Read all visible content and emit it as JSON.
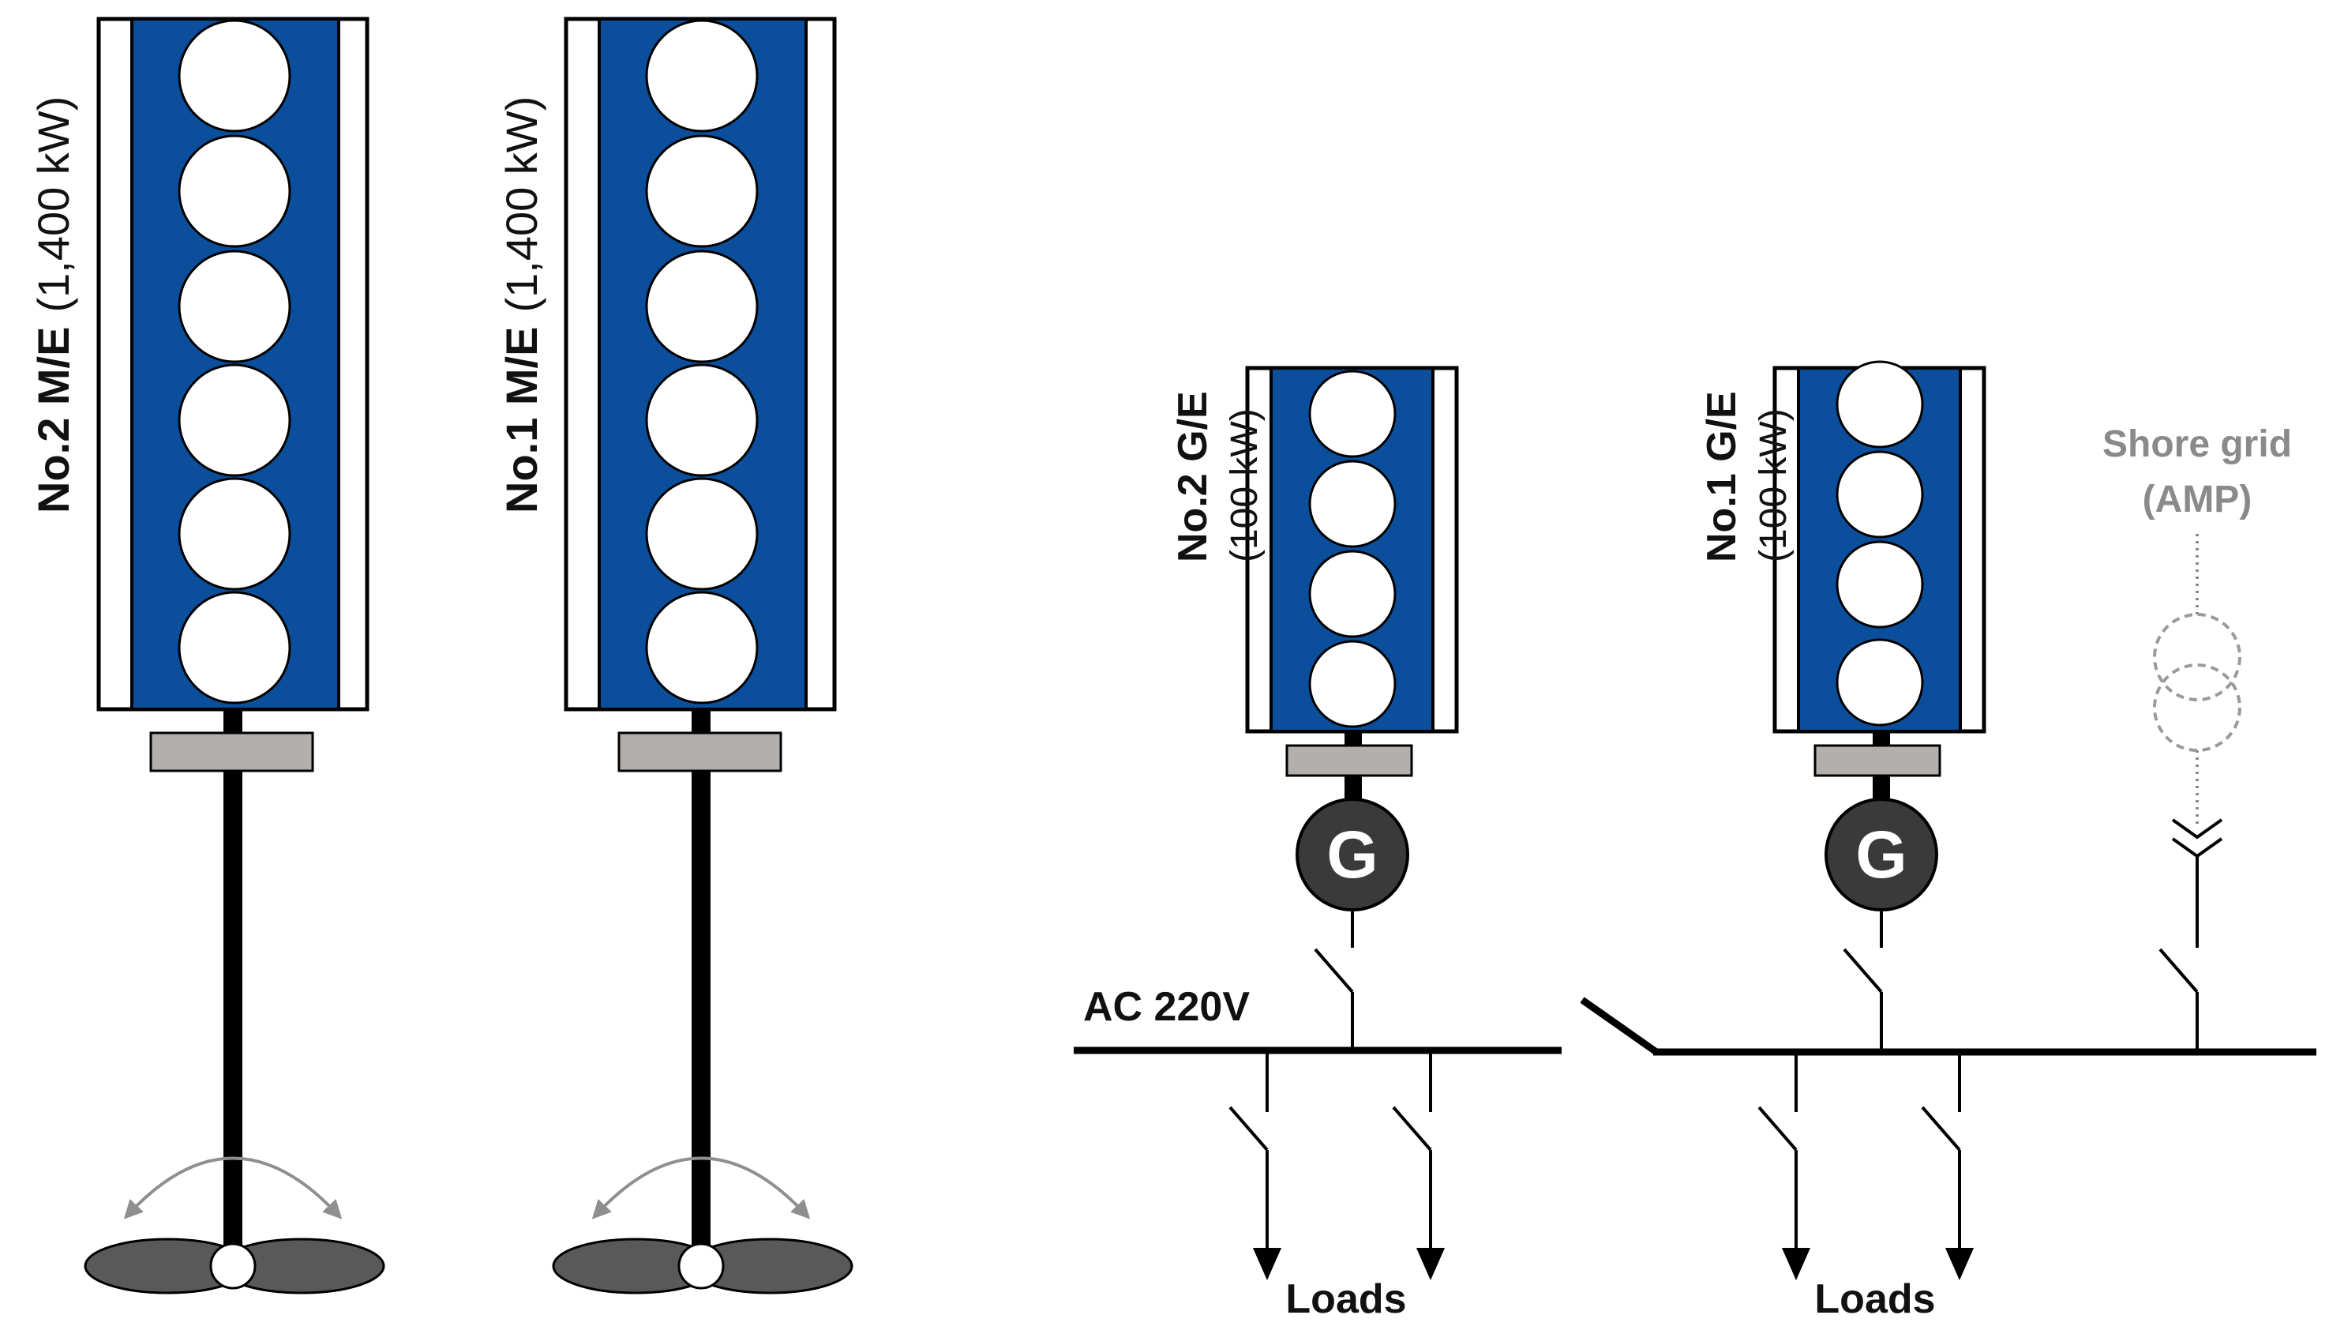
{
  "main_engines": [
    {
      "name": "No.2 M/E",
      "rating": "(1,400 kW)"
    },
    {
      "name": "No.1 M/E",
      "rating": "(1,400 kW)"
    }
  ],
  "generator_engines": [
    {
      "name": "No.2 G/E",
      "rating": "(100 kW)",
      "generator_symbol": "G"
    },
    {
      "name": "No.1 G/E",
      "rating": "(100 kW)",
      "generator_symbol": "G"
    }
  ],
  "bus": {
    "voltage_label": "AC 220V"
  },
  "shore": {
    "line1": "Shore grid",
    "line2": "(AMP)"
  },
  "loads": [
    "Loads",
    "Loads"
  ],
  "colors": {
    "engine_blue": "#0b4f9c",
    "coupling_grey": "#b3afad",
    "generator_dark": "#3a3a3a",
    "propeller_dark": "#595959",
    "shore_grey": "#8a8a8a"
  }
}
